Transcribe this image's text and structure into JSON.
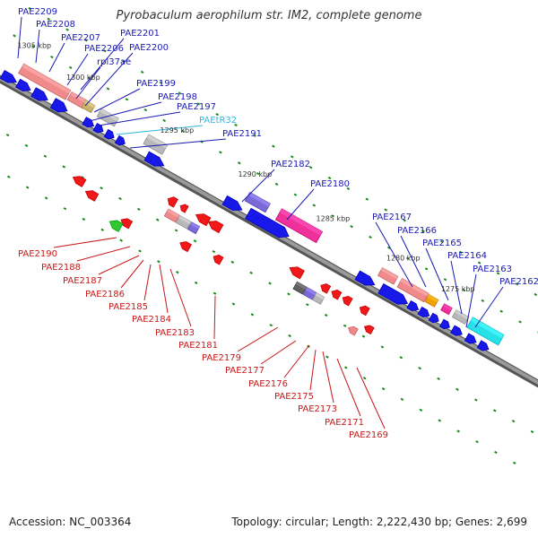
{
  "title": "Pyrobaculum aerophilum str. IM2, complete genome",
  "footer": {
    "accession": "Accession: NC_003364",
    "summary": "Topology: circular; Length: 2,222,430 bp; Genes: 2,699"
  },
  "colors": {
    "top_label": "#1a1ab4",
    "trna_label": "#2cb8e0",
    "bottom_label": "#c81818",
    "backbone": "#808080",
    "tick": "#1a8a1a"
  },
  "kbp_labels": [
    "1305 kbp",
    "1300 kbp",
    "1295 kbp",
    "1290 kbp",
    "1285 kbp",
    "1280 kbp",
    "1275 kbp"
  ],
  "top_genes": [
    "PAE2209",
    "PAE2208",
    "PAE2207",
    "PAE2206",
    "PAE2201",
    "rpl37ae",
    "PAE2200",
    "PAE2199",
    "PAE2198",
    "PAE2197",
    "PAEtR32",
    "PAE2191",
    "PAE2182",
    "PAE2180",
    "PAE2167",
    "PAE2166",
    "PAE2165",
    "PAE2164",
    "PAE2163",
    "PAE2162"
  ],
  "bottom_genes": [
    "PAE2190",
    "PAE2188",
    "PAE2187",
    "PAE2186",
    "PAE2185",
    "PAE2184",
    "PAE2183",
    "PAE2181",
    "PAE2179",
    "PAE2177",
    "PAE2176",
    "PAE2175",
    "PAE2173",
    "PAE2171",
    "PAE2169"
  ]
}
